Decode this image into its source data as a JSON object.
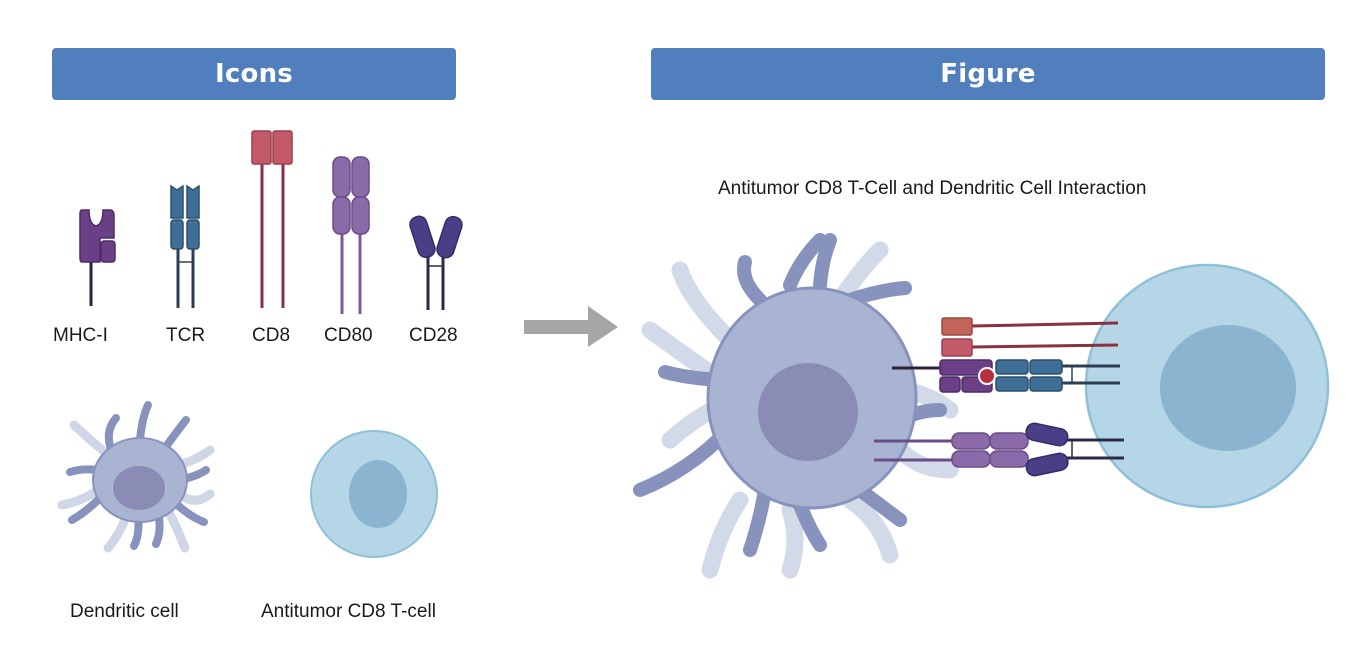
{
  "panels": {
    "icons_title": "Icons",
    "figure_title": "Figure"
  },
  "icons": {
    "mhc1": "MHC-I",
    "tcr": "TCR",
    "cd8": "CD8",
    "cd80": "CD80",
    "cd28": "CD28",
    "dendritic_cell": "Dendritic cell",
    "t_cell": "Antitumor CD8 T-cell"
  },
  "figure": {
    "caption": "Antitumor CD8 T-Cell and Dendritic Cell Interaction"
  },
  "colors": {
    "banner": "#517ebc",
    "mhc": "#6b3f86",
    "tcr": "#3f6f96",
    "cd8": "#c25a68",
    "cd80": "#8a6aa8",
    "cd28": "#4a3f86",
    "dendritic_body": "#a9b4d2",
    "dendritic_nucleus": "#8a8cb6",
    "t_cell_body": "#b5d6e6",
    "t_cell_nucleus": "#8ab4cf"
  }
}
